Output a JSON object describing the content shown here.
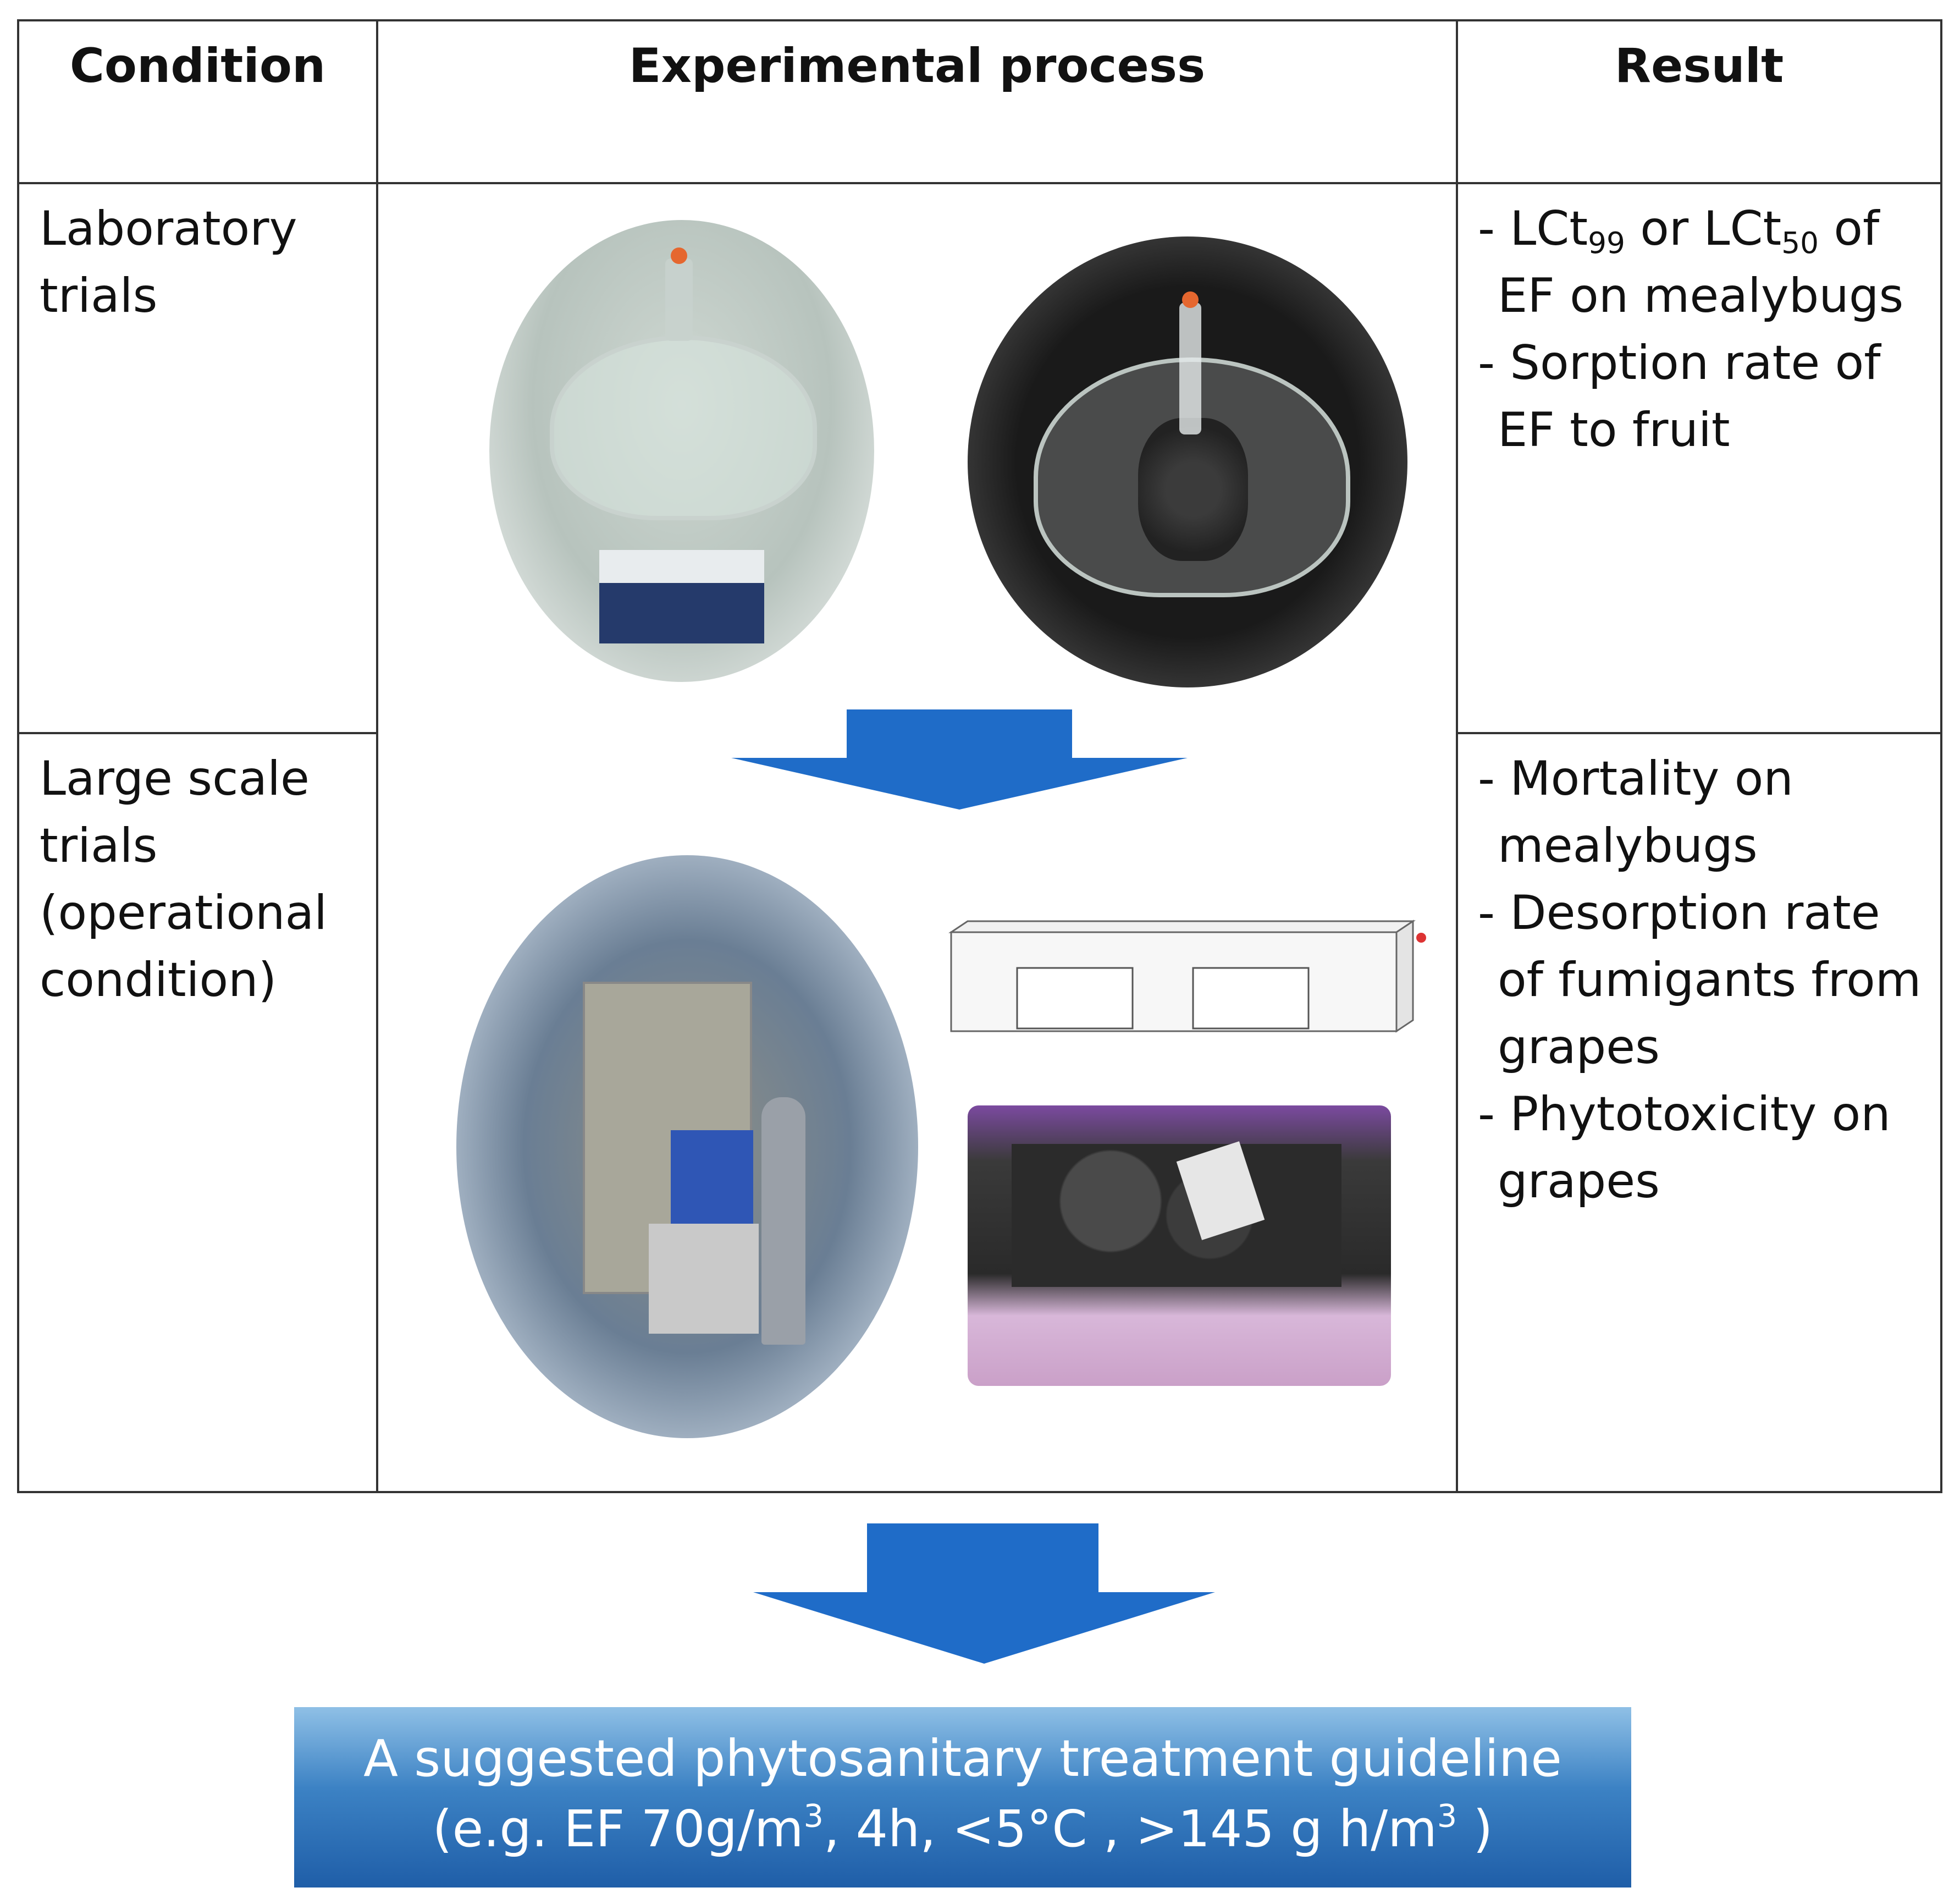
{
  "table": {
    "headers": {
      "condition": "Condition",
      "process": "Experimental process",
      "result": "Result"
    },
    "rows": [
      {
        "condition_lines": [
          "Laboratory",
          "trials"
        ],
        "result_items": [
          {
            "prefix": "- LCt",
            "sub1": "99",
            "mid": " or LCt",
            "sub2": "50",
            "suffix": " of EF on mealybugs"
          },
          {
            "text": "- Sorption rate of EF to fruit"
          }
        ]
      },
      {
        "condition_lines": [
          "Large scale",
          "trials",
          "(operational",
          "condition)"
        ],
        "result_items": [
          {
            "text": "- Mortality on mealybugs"
          },
          {
            "text": "- Desorption rate of fumigants from grapes"
          },
          {
            "text": "- Phytotoxicity on grapes"
          }
        ]
      }
    ]
  },
  "guideline": {
    "line1": "A suggested phytosanitary treatment guideline",
    "line2_a": "(e.g. EF 70g/m",
    "line2_sup1": "3",
    "line2_b": ", 4h, <5°C , >145 g h/m",
    "line2_sup2": "3",
    "line2_c": " )"
  },
  "colors": {
    "arrow": "#1f6cc8",
    "border": "#333333",
    "guide_top": "#8fc0e6",
    "guide_bottom": "#1f5ea8"
  }
}
